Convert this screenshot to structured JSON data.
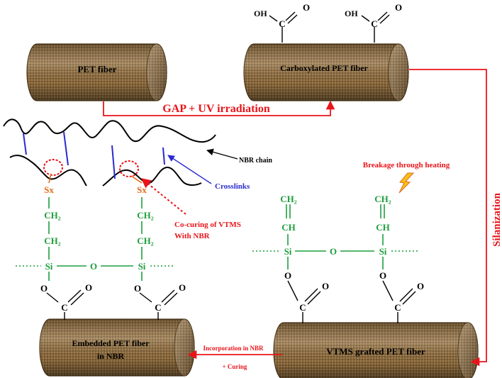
{
  "fibers": {
    "pet": "PET fiber",
    "carboxylated": "Carboxylated PET fiber",
    "vtms": "VTMS grafted PET fiber",
    "embedded_line1": "Embedded PET fiber",
    "embedded_line2": "in NBR"
  },
  "steps": {
    "gap_uv": "GAP + UV irradiation",
    "silanization": "Silanization",
    "incorporation": "Incorporation in NBR",
    "curing": "+ Curing"
  },
  "annotations": {
    "nbr_chain": "NBR chain",
    "crosslinks": "Crosslinks",
    "breakage": "Breakage through heating",
    "cocuring_line1": "Co-curing of VTMS",
    "cocuring_line2": "With NBR"
  },
  "chem": {
    "oh": "OH",
    "o": "O",
    "c": "C",
    "ch2": "CH₂",
    "ch": "CH",
    "si": "Si",
    "sx": "Sx"
  },
  "colors": {
    "arrow_red": "#e8141a",
    "chain_green": "#1e9e3e",
    "crosslink_blue": "#2a2ad0",
    "sulfur_orange": "#e36a1c",
    "fiber_brown": "#8a6a3e"
  }
}
